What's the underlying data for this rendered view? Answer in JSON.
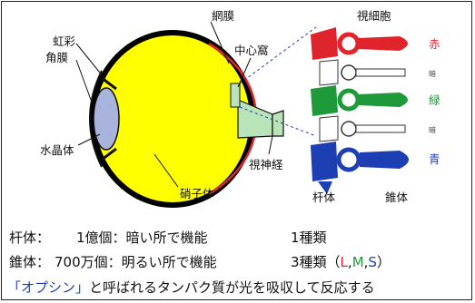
{
  "labels": {
    "iris": "虹彩",
    "cornea": "角膜",
    "lens": "水晶体",
    "retina": "網膜",
    "fovea": "中心窩",
    "optic_nerve": "視神経",
    "vitreous": "硝子体",
    "photoreceptor": "視細胞",
    "rod": "杆体",
    "cone": "錐体",
    "red": "赤",
    "green": "緑",
    "blue": "青",
    "dark1": "暗",
    "dark2": "暗"
  },
  "colors": {
    "eye_fill": "#ffff00",
    "lens": "#a8b4dc",
    "retina": "#e0242b",
    "red_cell": "#e55a2b",
    "green_cell": "#1f9a3a",
    "blue_cell": "#1d3fb3",
    "optic_nerve": "#b9e3b9"
  },
  "lines": {
    "rod_label": "杆体：",
    "rod_count": "1億個：暗い所で機能",
    "rod_types": "1種類",
    "cone_label": "錐体：",
    "cone_count": "700万個：明るい所で機能",
    "cone_types_prefix": "3種類（",
    "cone_L": "L",
    "comma1": ",",
    "cone_M": "M",
    "comma2": ",",
    "cone_S": "S",
    "cone_types_suffix": "）"
  },
  "footer": {
    "opsin": "「オプシン」",
    "rest": "と呼ばれるタンパク質が光を吸収して反応する"
  }
}
